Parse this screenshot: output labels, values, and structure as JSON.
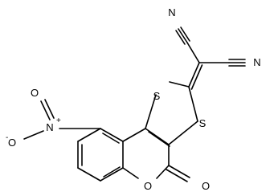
{
  "molecule": {
    "atoms": {
      "n_top": "N",
      "n_right": "N",
      "s_left": "S",
      "s_right": "S",
      "o_ring": "O",
      "o_carbonyl": "O",
      "nitro_n": "N",
      "nitro_o_top": "O",
      "nitro_o_left": "O"
    },
    "charges": {
      "nitro_n": "+",
      "nitro_o_left": "-"
    }
  }
}
